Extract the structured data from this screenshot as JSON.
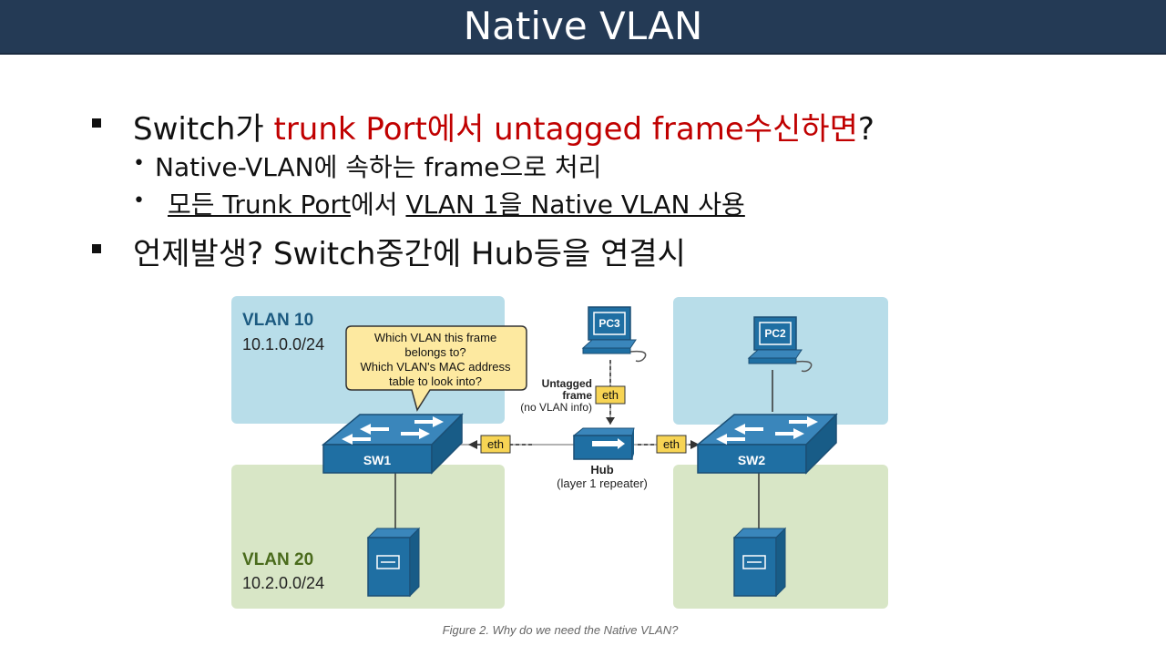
{
  "slide": {
    "title": "Native VLAN"
  },
  "bullets": {
    "b1": {
      "part1": "Switch가 ",
      "part2_red": "trunk Port에서 untagged frame수신하면",
      "part3": "?"
    },
    "b1_sub1": "Native-VLAN에 속하는 frame으로 처리",
    "b1_sub2": {
      "part1_u": "모든 Trunk Port",
      "part2": "에서 ",
      "part3_u": "VLAN 1을 Native VLAN 사용"
    },
    "b2": "언제발생?  Switch중간에 Hub등을 연결시"
  },
  "diagram": {
    "vlan10": {
      "name": "VLAN 10",
      "subnet": "10.1.0.0/24"
    },
    "vlan20": {
      "name": "VLAN 20",
      "subnet": "10.2.0.0/24"
    },
    "callout": [
      "Which VLAN this frame",
      "belongs to?",
      "Which VLAN's MAC address",
      "table to look into?"
    ],
    "sw1": "SW1",
    "sw2": "SW2",
    "pc3": "PC3",
    "pc2": "PC2",
    "untagged": [
      "Untagged",
      "frame",
      "(no VLAN info)"
    ],
    "eth": "eth",
    "hub": "Hub",
    "hub_desc": "(layer 1 repeater)"
  },
  "caption": "Figure 2. Why do we need the Native VLAN?",
  "colors": {
    "title_bg": "#243a55",
    "red_text": "#c00000",
    "vlan10_bg": "#b8dde9",
    "vlan20_bg": "#d8e6c6",
    "device_blue": "#1f6fa3",
    "callout_bg": "#fde9a0",
    "eth_bg": "#f7d454"
  }
}
